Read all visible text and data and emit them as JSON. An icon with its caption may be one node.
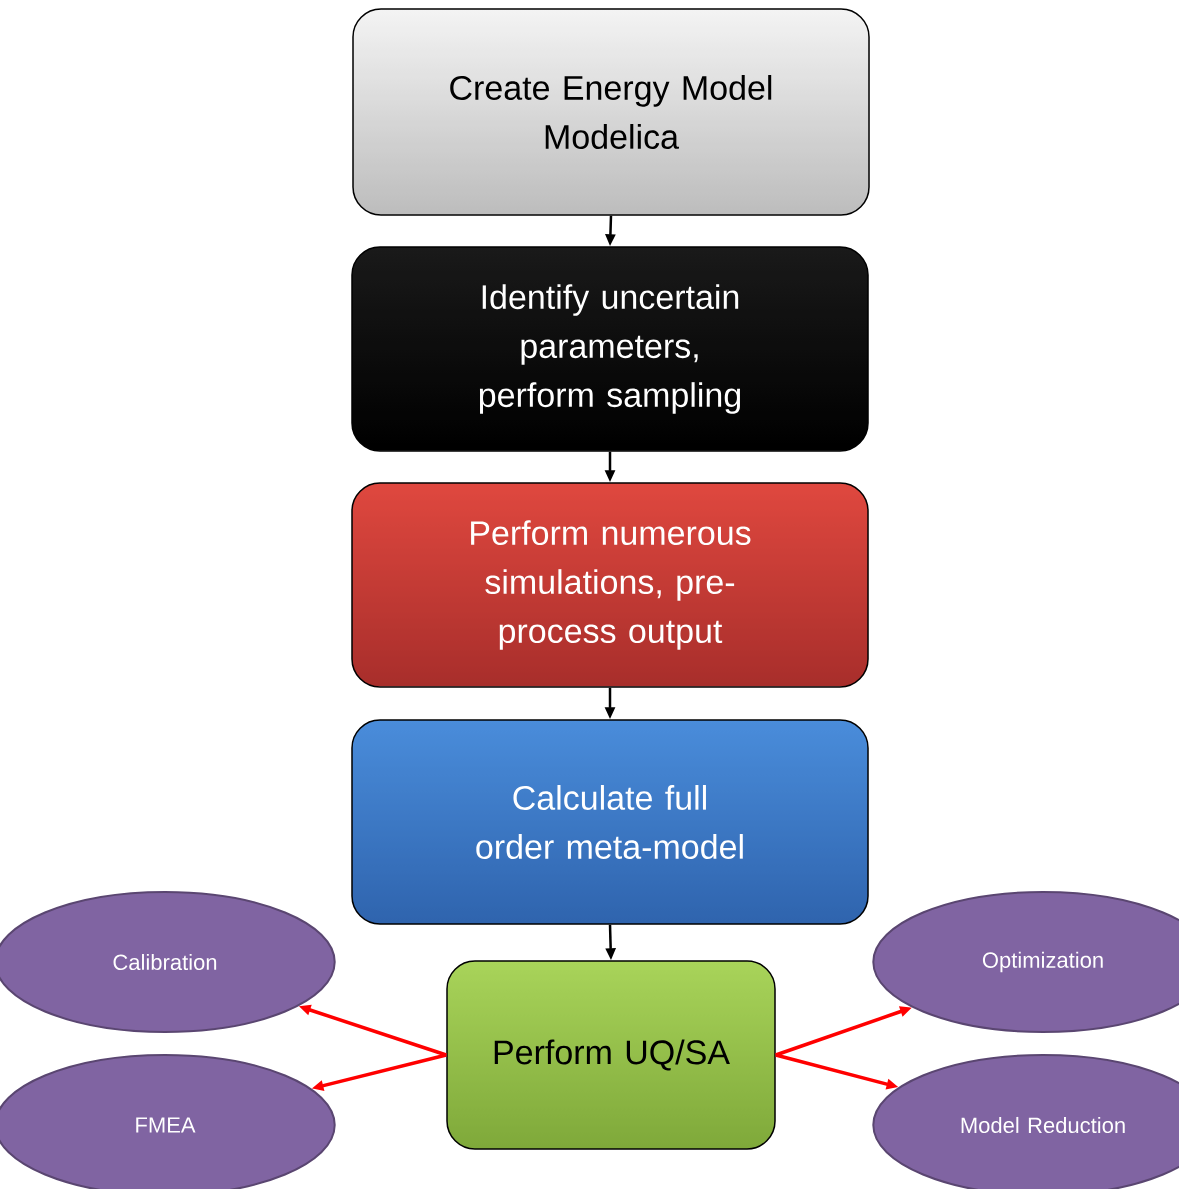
{
  "diagram": {
    "nodes": [
      {
        "text": [
          "Create Energy Model",
          "Modelica"
        ]
      },
      {
        "text": [
          "Identify uncertain parameters, perform sampling"
        ]
      },
      {
        "text": [
          "Perform numerous simulations, pre-process output"
        ]
      },
      {
        "text": [
          "Calculate full order meta-model"
        ]
      },
      {
        "text": [
          "Perform UQ/SA"
        ]
      },
      {
        "text": [
          "Calibration"
        ]
      },
      {
        "text": [
          "FMEA"
        ]
      },
      {
        "text": [
          "Optimization"
        ]
      },
      {
        "text": [
          "Model Reduction"
        ]
      }
    ],
    "edges": [
      {
        "from": 0,
        "to": 1,
        "arrow": "to"
      },
      {
        "from": 1,
        "to": 2,
        "arrow": "to"
      },
      {
        "from": 2,
        "to": 3,
        "arrow": "to"
      },
      {
        "from": 3,
        "to": 4,
        "arrow": "to"
      },
      {
        "from": 4,
        "to": 5,
        "arrow": "to",
        "color": "#ff0000"
      },
      {
        "from": 4,
        "to": 6,
        "arrow": "to",
        "color": "#ff0000"
      },
      {
        "from": 4,
        "to": 7,
        "arrow": "to",
        "color": "#ff0000"
      },
      {
        "from": 4,
        "to": 8,
        "arrow": "to",
        "color": "#ff0000"
      }
    ]
  }
}
